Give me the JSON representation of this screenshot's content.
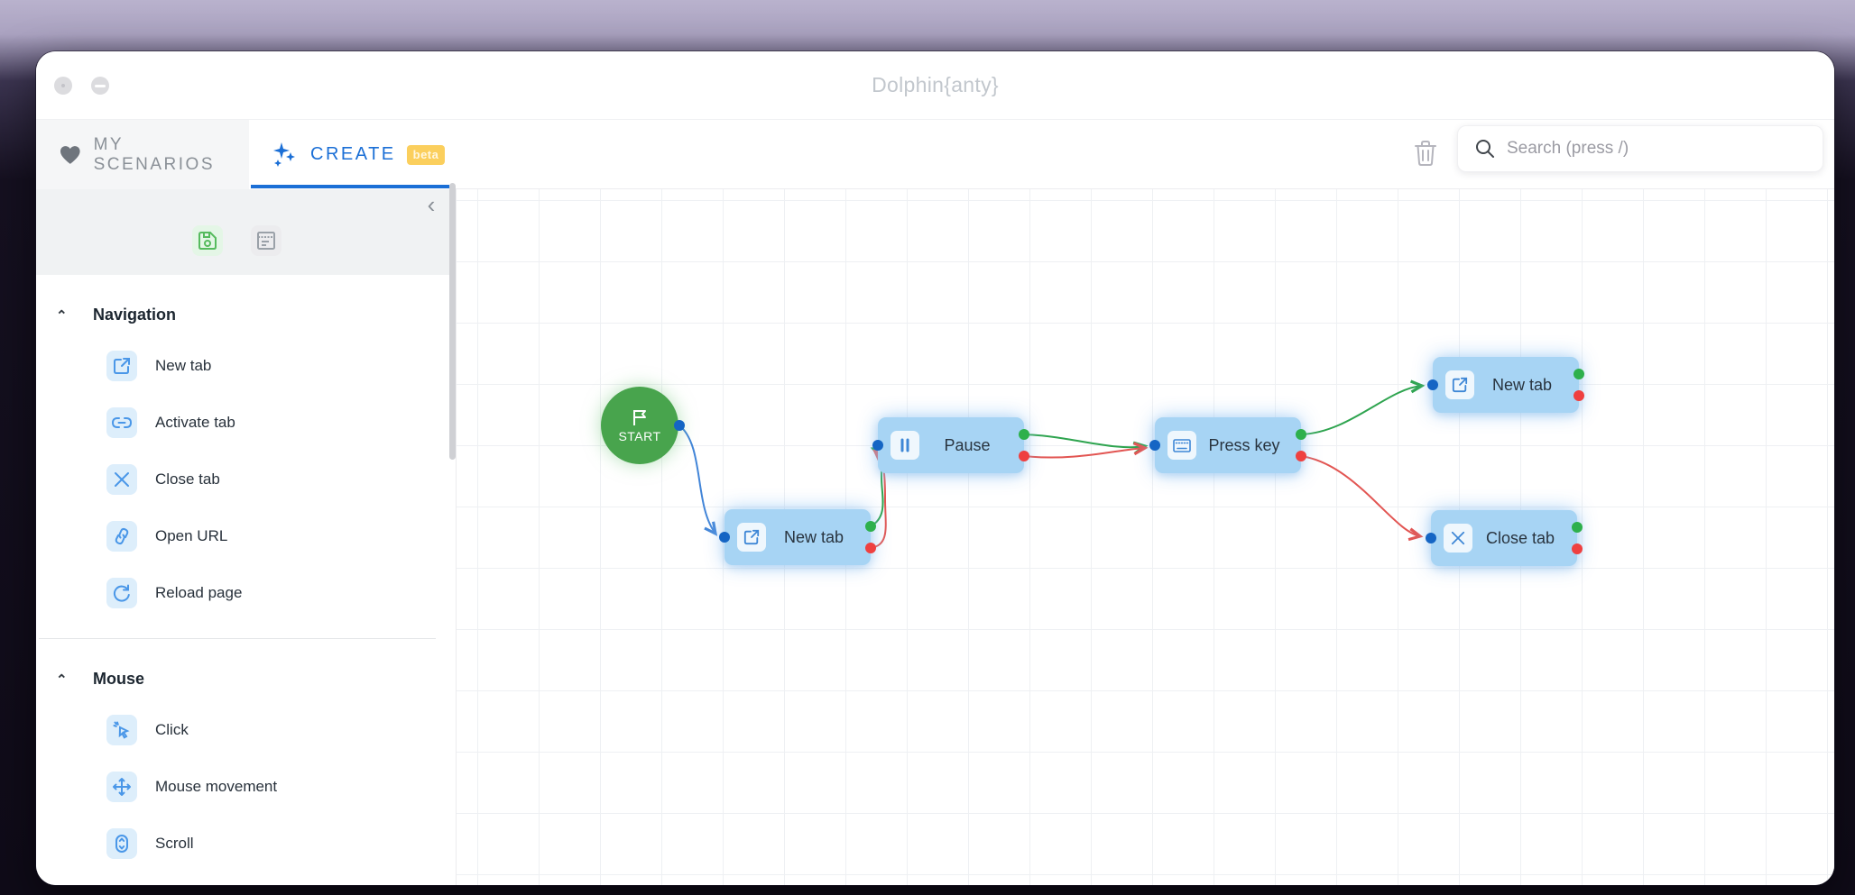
{
  "window": {
    "title": "Dolphin{anty}"
  },
  "tabs": {
    "my_scenarios": "MY SCENARIOS",
    "create": "CREATE",
    "beta_badge": "beta"
  },
  "toolbar": {
    "search_placeholder": "Search (press /)"
  },
  "sidebar": {
    "tools": [
      {
        "icon": "save-icon"
      },
      {
        "icon": "log-icon"
      }
    ],
    "collapse": "‹",
    "sections": [
      {
        "label": "Navigation",
        "items": [
          {
            "label": "New tab",
            "icon": "new-tab-icon"
          },
          {
            "label": "Activate tab",
            "icon": "activate-tab-icon"
          },
          {
            "label": "Close tab",
            "icon": "close-tab-icon"
          },
          {
            "label": "Open URL",
            "icon": "open-url-icon"
          },
          {
            "label": "Reload page",
            "icon": "reload-page-icon"
          }
        ]
      },
      {
        "label": "Mouse",
        "items": [
          {
            "label": "Click",
            "icon": "click-icon"
          },
          {
            "label": "Mouse movement",
            "icon": "mouse-movement-icon"
          },
          {
            "label": "Scroll",
            "icon": "scroll-icon"
          }
        ]
      }
    ]
  },
  "canvas": {
    "start": {
      "label": "START"
    },
    "nodes": [
      {
        "id": "new-tab-1",
        "label": "New tab",
        "icon": "new-tab-icon"
      },
      {
        "id": "pause",
        "label": "Pause",
        "icon": "pause-icon"
      },
      {
        "id": "press-key",
        "label": "Press key",
        "icon": "keyboard-icon"
      },
      {
        "id": "new-tab-2",
        "label": "New tab",
        "icon": "new-tab-icon"
      },
      {
        "id": "close-tab",
        "label": "Close tab",
        "icon": "close-tab-icon"
      }
    ],
    "edges": [
      {
        "from": "start",
        "to": "new-tab-1",
        "type": "flow",
        "color": "#4285d8"
      },
      {
        "from": "new-tab-1:success",
        "to": "pause",
        "type": "success",
        "color": "#2ea44f"
      },
      {
        "from": "new-tab-1:error",
        "to": "pause",
        "type": "error",
        "color": "#e25552"
      },
      {
        "from": "pause:success",
        "to": "press-key",
        "type": "success",
        "color": "#2ea44f"
      },
      {
        "from": "pause:error",
        "to": "press-key",
        "type": "error",
        "color": "#e25552"
      },
      {
        "from": "press-key:success",
        "to": "new-tab-2",
        "type": "success",
        "color": "#2ea44f"
      },
      {
        "from": "press-key:error",
        "to": "close-tab",
        "type": "error",
        "color": "#e25552"
      }
    ]
  },
  "colors": {
    "accent_blue": "#1b6fd6",
    "node_fill": "#a7d4f4",
    "start_green": "#48a44d",
    "port_in_blue": "#1565c4",
    "port_success_green": "#2eb04c",
    "port_error_red": "#ef4040",
    "beta_badge_bg": "#fbcf5d"
  }
}
